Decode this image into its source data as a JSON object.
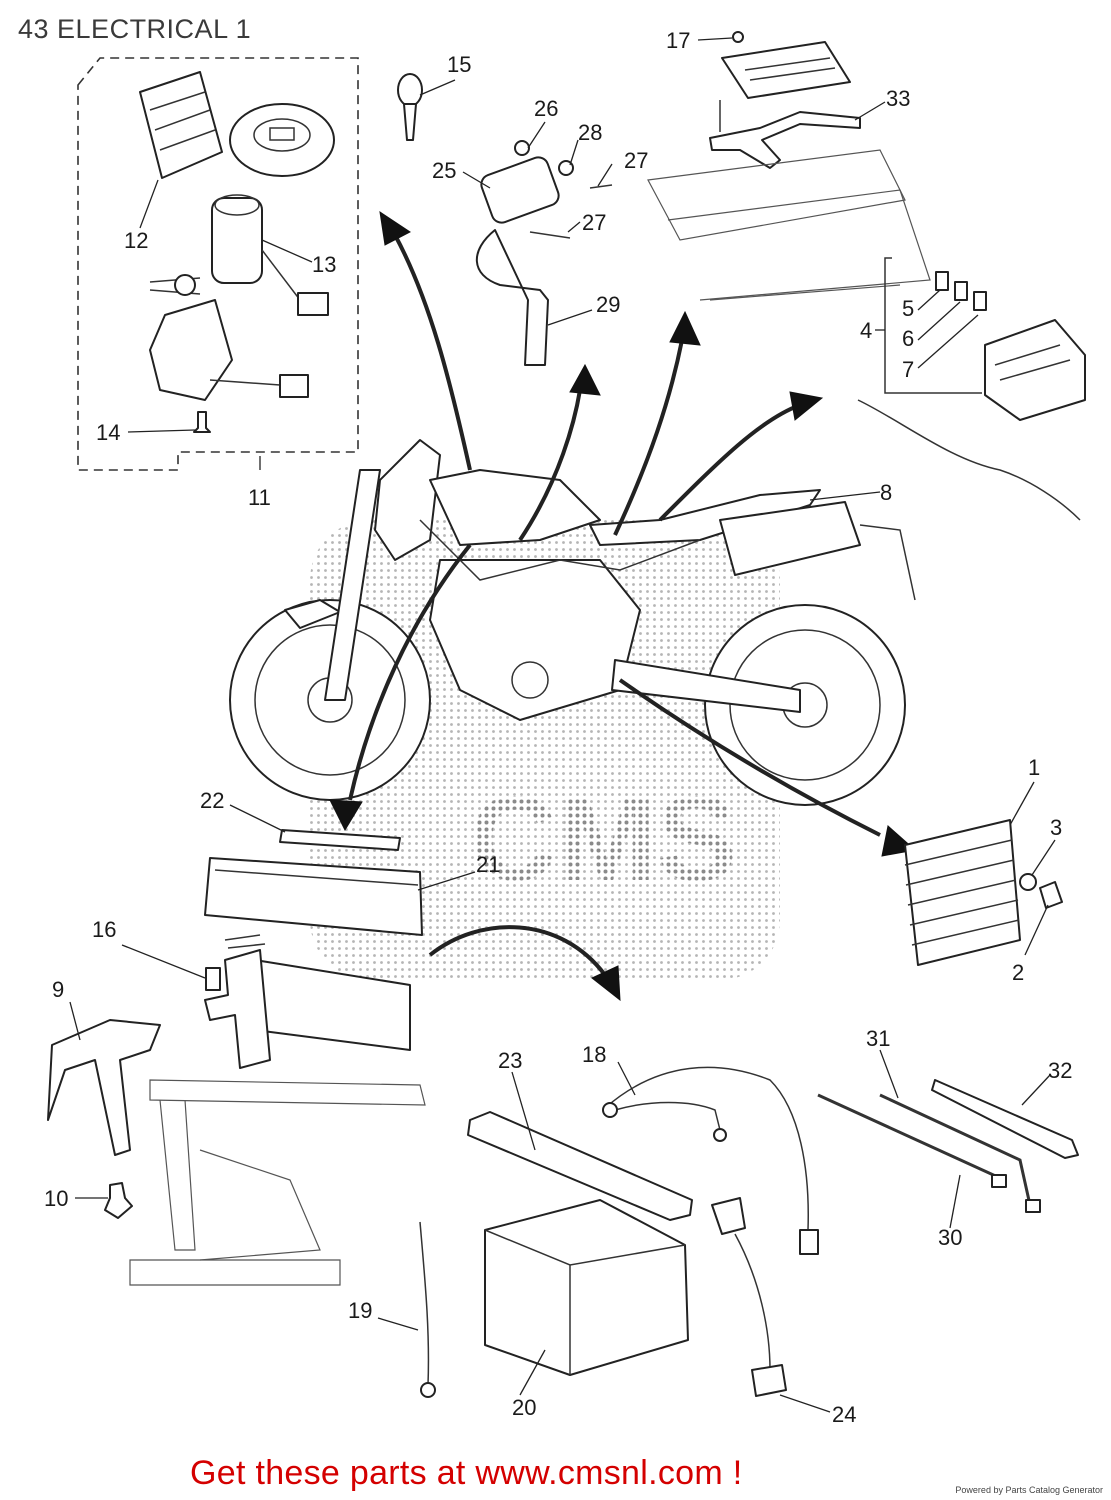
{
  "title": "43 ELECTRICAL 1",
  "watermark": "CMS",
  "footer": {
    "cta": "Get these parts at www.cmsnl.com !",
    "credit": "Powered by Parts Catalog Generator",
    "cta_color": "#d40000"
  },
  "callouts": [
    "1",
    "2",
    "3",
    "4",
    "5",
    "6",
    "7",
    "8",
    "9",
    "10",
    "11",
    "12",
    "13",
    "14",
    "15",
    "16",
    "17",
    "18",
    "19",
    "20",
    "21",
    "22",
    "23",
    "24",
    "25",
    "26",
    "27",
    "27",
    "28",
    "29",
    "30",
    "31",
    "32",
    "33"
  ]
}
